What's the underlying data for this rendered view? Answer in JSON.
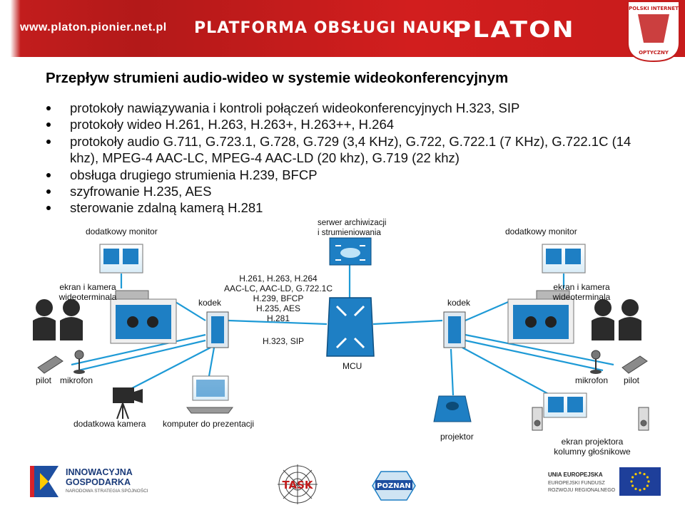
{
  "header": {
    "url": "www.platon.pionier.net.pl",
    "title": "PLATFORMA OBSŁUGI NAUKI",
    "logo": "PLATON",
    "badge_top": "POLSKI INTERNET",
    "badge_bottom": "OPTYCZNY"
  },
  "slide": {
    "title": "Przepływ strumieni audio-wideo w systemie wideokonferencyjnym",
    "bullets": [
      "protokoły nawiązywania i kontroli połączeń wideokonferencyjnych H.323, SIP",
      "protokoły wideo H.261, H.263, H.263+, H.263++, H.264",
      "protokoły audio G.711, G.723.1, G.728, G.729 (3,4 KHz), G.722, G.722.1 (7 KHz), G.722.1C (14 khz), MPEG-4 AAC-LC, MPEG-4 AAC-LD (20 khz), G.719 (22 khz)",
      "obsługa drugiego strumienia H.239, BFCP",
      "szyfrowanie H.235, AES",
      "sterowanie zdalną kamerą H.281"
    ]
  },
  "diagram": {
    "monitor_left": "dodatkowy monitor",
    "monitor_right": "dodatkowy monitor",
    "server_line1": "serwer archiwizacji",
    "server_line2": "i strumieniowania",
    "terminal_left_line1": "ekran i kamera",
    "terminal_left_line2": "wideoterminala",
    "terminal_right_line1": "ekran i kamera",
    "terminal_right_line2": "wideoterminala",
    "codec_left": "kodek",
    "codec_right": "kodek",
    "proto_lines": [
      "H.261, H.263, H.264",
      "AAC-LC, AAC-LD, G.722.1C",
      "H.239, BFCP",
      "H.235, AES",
      "H.281"
    ],
    "proto_bottom": "H.323, SIP",
    "mcu": "MCU",
    "pilot_left": "pilot",
    "mic_left": "mikrofon",
    "mic_right": "mikrofon",
    "pilot_right": "pilot",
    "extra_camera": "dodatkowa kamera",
    "presentation_pc": "komputer do prezentacji",
    "projector": "projektor",
    "screen_line1": "ekran projektora",
    "screen_line2": "kolumny głośnikowe"
  },
  "footer": {
    "ig_line1": "INNOWACYJNA",
    "ig_line2": "GOSPODARKA",
    "ig_line3": "NARODOWA STRATEGIA SPÓJNOŚCI",
    "task": "TASK",
    "poznan": "POZNAN",
    "eu_line1": "UNIA EUROPEJSKA",
    "eu_line2": "EUROPEJSKI FUNDUSZ",
    "eu_line3": "ROZWOJU REGIONALNEGO"
  },
  "colors": {
    "banner_red": "#c21d1d",
    "link_blue": "#1e9ad6",
    "device_blue": "#1e7fc4",
    "device_dark": "#2b2b2b"
  }
}
